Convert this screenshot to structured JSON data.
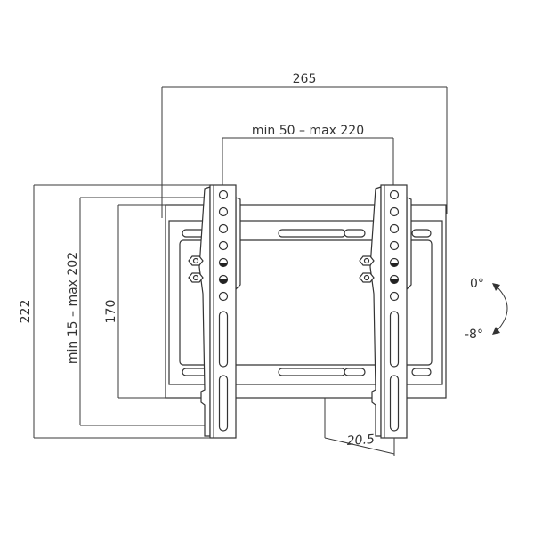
{
  "dimensions": {
    "overall_width": "265",
    "vesa_horizontal": "min 50 – max 220",
    "overall_height": "222",
    "vesa_vertical": "min 15 – max 202",
    "plate_height": "170",
    "wall_distance": "20.5"
  },
  "tilt": {
    "upper": "0°",
    "lower": "-8°"
  },
  "colors": {
    "line": "#3a3a3a",
    "background": "#ffffff"
  }
}
